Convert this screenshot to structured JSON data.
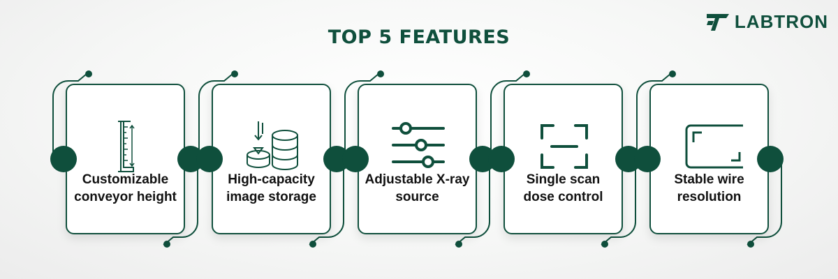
{
  "title": "TOP 5 FEATURES",
  "brand": "LABTRON",
  "colors": {
    "accent": "#0f4f3c",
    "card_bg": "#ffffff",
    "text": "#111111"
  },
  "features": [
    {
      "label": "Customizable conveyor height",
      "icon": "height-ruler-icon"
    },
    {
      "label": "High-capacity image storage",
      "icon": "database-storage-icon"
    },
    {
      "label": "Adjustable X-ray source",
      "icon": "sliders-icon"
    },
    {
      "label": "Single scan dose control",
      "icon": "scan-frame-icon"
    },
    {
      "label": "Stable wire resolution",
      "icon": "display-frame-icon"
    }
  ]
}
